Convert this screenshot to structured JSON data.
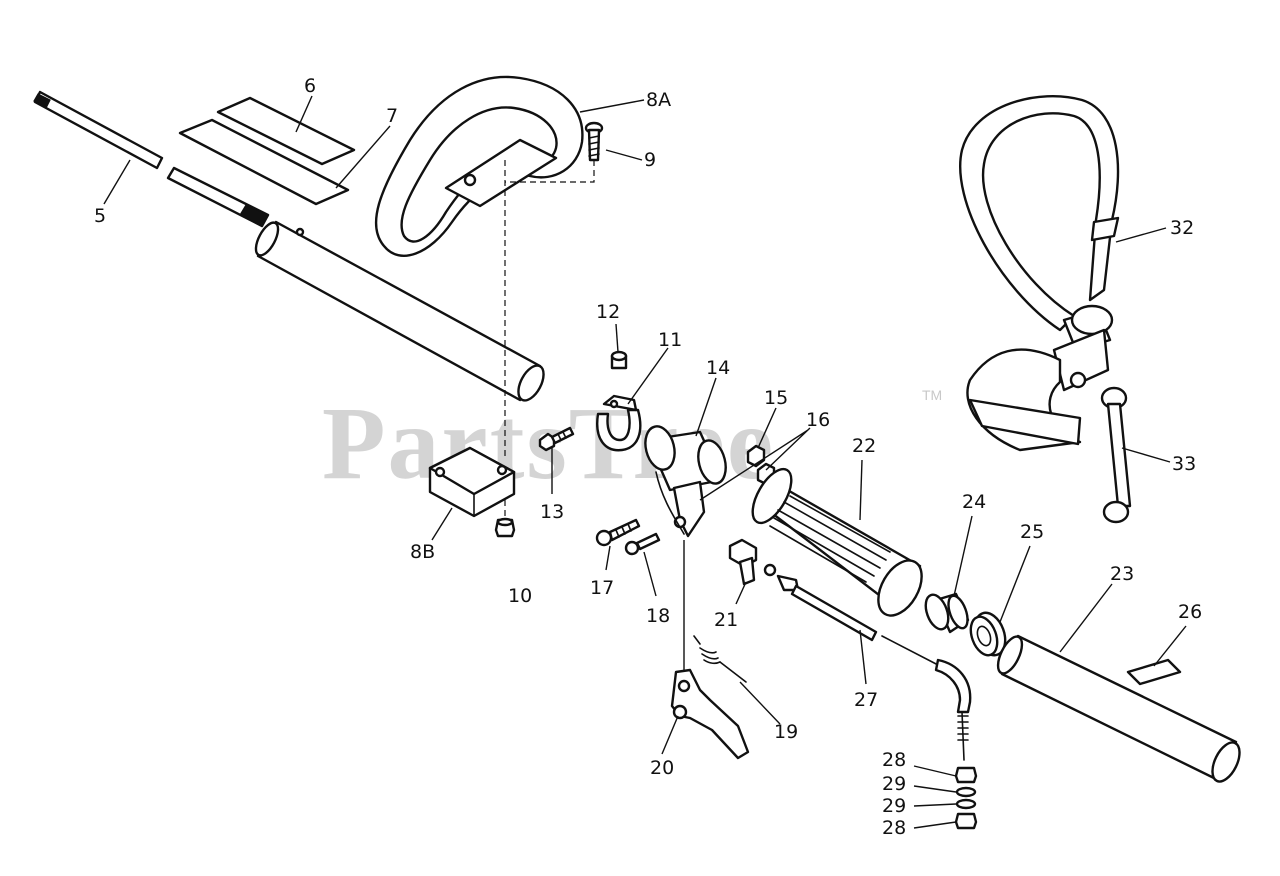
{
  "watermark": {
    "text": "PartsTree",
    "trademark": "TM"
  },
  "callouts": [
    {
      "id": "5",
      "text": "5"
    },
    {
      "id": "6",
      "text": "6"
    },
    {
      "id": "7",
      "text": "7"
    },
    {
      "id": "8A",
      "text": "8A"
    },
    {
      "id": "9",
      "text": "9"
    },
    {
      "id": "8B",
      "text": "8B"
    },
    {
      "id": "10",
      "text": "10"
    },
    {
      "id": "11",
      "text": "11"
    },
    {
      "id": "12",
      "text": "12"
    },
    {
      "id": "13",
      "text": "13"
    },
    {
      "id": "14",
      "text": "14"
    },
    {
      "id": "15",
      "text": "15"
    },
    {
      "id": "16",
      "text": "16"
    },
    {
      "id": "17",
      "text": "17"
    },
    {
      "id": "18",
      "text": "18"
    },
    {
      "id": "19",
      "text": "19"
    },
    {
      "id": "20",
      "text": "20"
    },
    {
      "id": "21",
      "text": "21"
    },
    {
      "id": "22",
      "text": "22"
    },
    {
      "id": "23",
      "text": "23"
    },
    {
      "id": "24",
      "text": "24"
    },
    {
      "id": "25",
      "text": "25"
    },
    {
      "id": "26",
      "text": "26"
    },
    {
      "id": "27",
      "text": "27"
    },
    {
      "id": "28a",
      "text": "28"
    },
    {
      "id": "29a",
      "text": "29"
    },
    {
      "id": "29b",
      "text": "29"
    },
    {
      "id": "28b",
      "text": "28"
    },
    {
      "id": "32",
      "text": "32"
    },
    {
      "id": "33",
      "text": "33"
    }
  ]
}
